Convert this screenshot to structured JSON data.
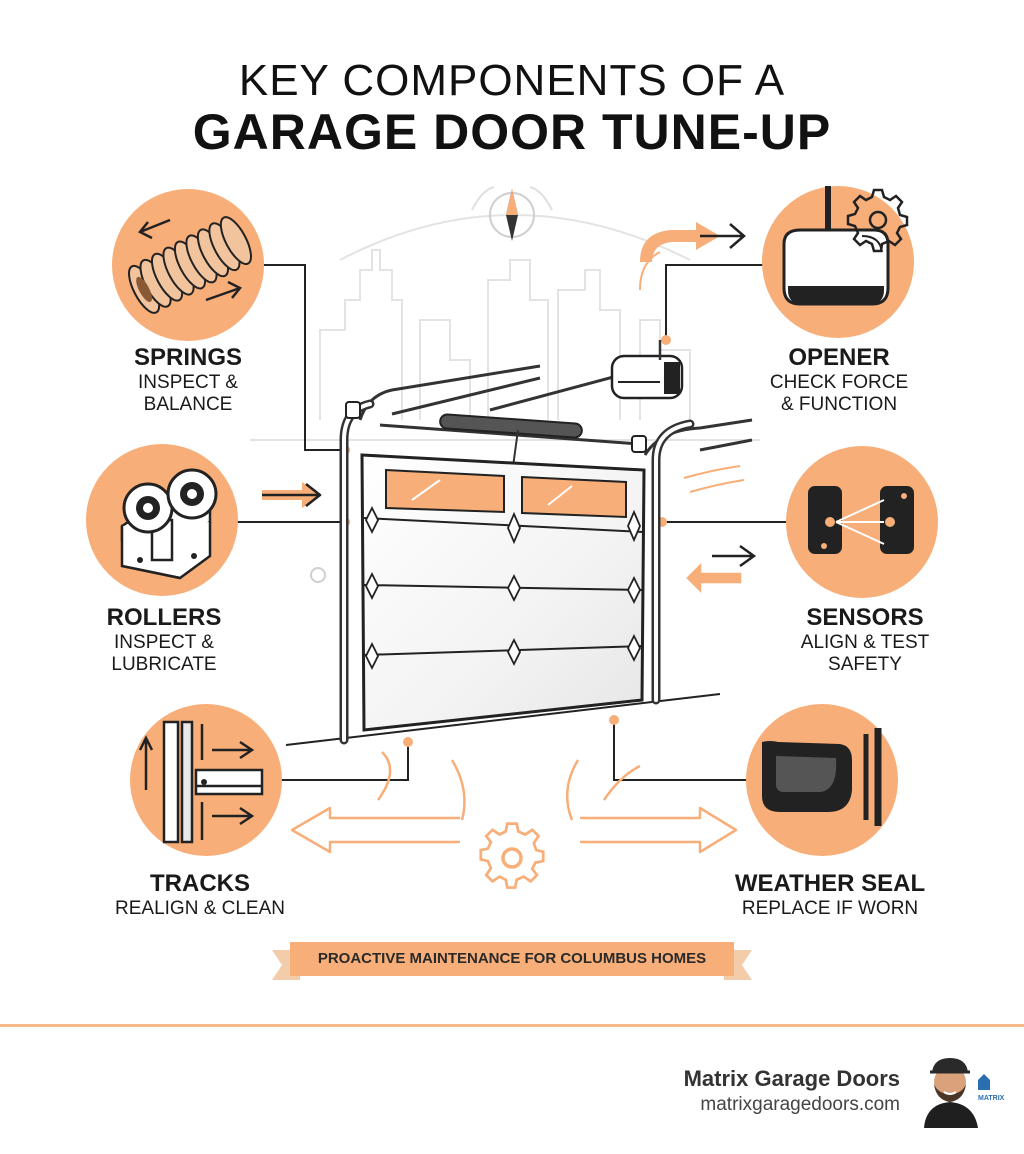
{
  "title": {
    "line1": "KEY COMPONENTS OF A",
    "line2": "GARAGE DOOR TUNE-UP"
  },
  "components": {
    "springs": {
      "title": "SPRINGS",
      "line1": "INSPECT &",
      "line2": "BALANCE"
    },
    "rollers": {
      "title": "ROLLERS",
      "line1": "INSPECT &",
      "line2": "LUBRICATE"
    },
    "tracks": {
      "title": "TRACKS",
      "line1": "REALIGN & CLEAN"
    },
    "opener": {
      "title": "OPENER",
      "line1": "CHECK FORCE",
      "line2": "& FUNCTION"
    },
    "sensors": {
      "title": "SENSORS",
      "line1": "ALIGN & TEST",
      "line2": "SAFETY"
    },
    "weather_seal": {
      "title": "WEATHER SEAL",
      "line1": "REPLACE IF WORN"
    }
  },
  "banner": "PROACTIVE MAINTENANCE FOR COLUMBUS HOMES",
  "footer": {
    "company": "Matrix Garage Doors",
    "url": "matrixgaragedoors.com",
    "logo_text": "MATRIX"
  },
  "colors": {
    "accent": "#f7ae78",
    "accent_light": "#fbd3b3",
    "ink": "#111111",
    "rule": "#f5b98a"
  },
  "icons": [
    "compass-icon",
    "gear-icon",
    "arrow-icon",
    "person-avatar-icon"
  ]
}
